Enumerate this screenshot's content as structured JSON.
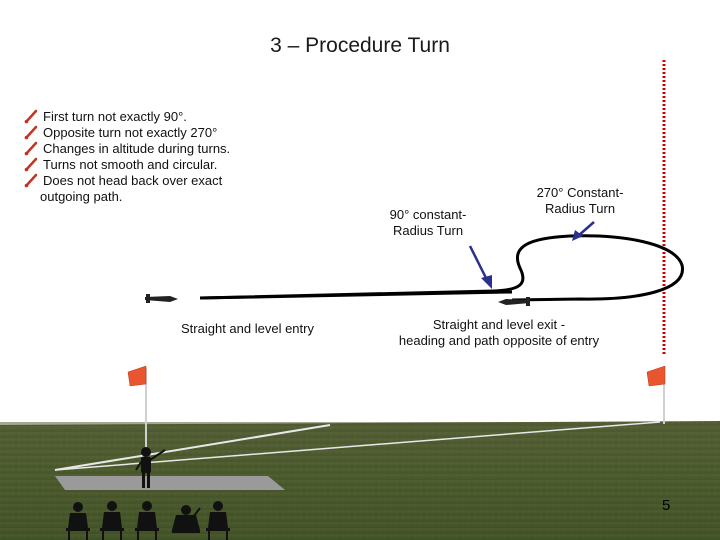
{
  "slide": {
    "title": "3 – Procedure Turn",
    "page_number": "5"
  },
  "bullets": [
    {
      "text": "First turn not exactly 90°."
    },
    {
      "text": "Opposite turn not exactly 270°"
    },
    {
      "text": "Changes in altitude during turns."
    },
    {
      "text": "Turns not smooth and circular."
    },
    {
      "text": " Does not head back over exact"
    }
  ],
  "bullet_continuation": "outgoing path.",
  "labels": {
    "turn90_line1": "90° constant-",
    "turn90_line2": "Radius Turn",
    "turn270_line1": "270° Constant-",
    "turn270_line2": "Radius Turn",
    "entry": "Straight and level entry",
    "exit_line1": "Straight and level exit  -",
    "exit_line2": "heading and path opposite of entry"
  },
  "colors": {
    "bullet_icon": "#c8321e",
    "flight_path": "#000000",
    "pointer_arrow": "#2b2f8f",
    "boundary_line": "#cc0000",
    "ground": "#4e5a2e",
    "flag": "#e8552e"
  },
  "icons": {
    "bullet": "check-mark-icon",
    "aircraft": "aircraft-icon",
    "flag": "flag-icon",
    "pilot": "pilot-figure-icon",
    "spectators": "spectator-figure-icon"
  }
}
